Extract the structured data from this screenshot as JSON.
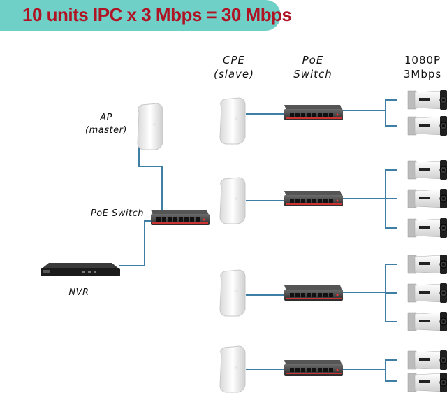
{
  "title": "10 units IPC x 3 Mbps = 30 Mbps",
  "labels": {
    "cpe": "CPE",
    "cpe_sub": "(slave)",
    "poe_col": "PoE",
    "poe_col_sub": "Switch",
    "cam": "1080P",
    "cam_sub": "3Mbps",
    "ap": "AP",
    "ap_sub": "(master)",
    "poe_main": "PoE Switch",
    "nvr": "NVR"
  },
  "colors": {
    "banner": "#6fd0c8",
    "title_text": "#b01323",
    "wire": "#3f7fa6"
  },
  "groups": [
    {
      "cameras": 2
    },
    {
      "cameras": 3
    },
    {
      "cameras": 3
    },
    {
      "cameras": 2
    }
  ]
}
